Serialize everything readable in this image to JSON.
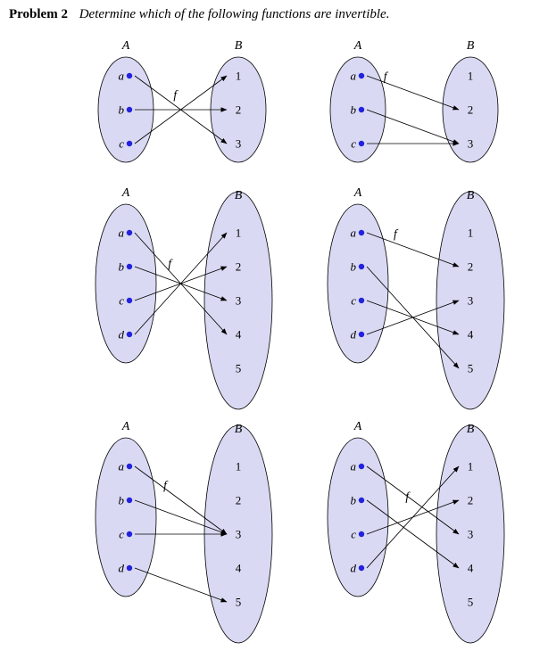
{
  "header": {
    "problem_label": "Problem 2",
    "problem_text": "Determine which of the following functions are invertible."
  },
  "colors": {
    "ellipse_fill": "#d9d9f3",
    "ellipse_stroke": "#000000",
    "dot_color": "#2222dd",
    "arrow_color": "#000000"
  },
  "diagrams": [
    {
      "domain_label": "A",
      "codomain_label": "B",
      "function_label": "f",
      "domain": [
        "a",
        "b",
        "c"
      ],
      "codomain": [
        "1",
        "2",
        "3"
      ],
      "arrows": [
        [
          "a",
          "3"
        ],
        [
          "b",
          "2"
        ],
        [
          "c",
          "1"
        ]
      ],
      "f_pos": [
        0.44,
        0.72
      ]
    },
    {
      "domain_label": "A",
      "codomain_label": "B",
      "function_label": "f",
      "domain": [
        "a",
        "b",
        "c"
      ],
      "codomain": [
        "1",
        "2",
        "3"
      ],
      "arrows": [
        [
          "a",
          "2"
        ],
        [
          "b",
          "3"
        ],
        [
          "c",
          "3"
        ]
      ],
      "f_pos": [
        0.2,
        0.18
      ]
    },
    {
      "domain_label": "A",
      "codomain_label": "B",
      "function_label": "f",
      "domain": [
        "a",
        "b",
        "c",
        "d"
      ],
      "codomain": [
        "1",
        "2",
        "3",
        "4",
        "5"
      ],
      "arrows": [
        [
          "a",
          "4"
        ],
        [
          "b",
          "3"
        ],
        [
          "c",
          "2"
        ],
        [
          "d",
          "1"
        ]
      ],
      "f_pos": [
        0.38,
        1.08
      ]
    },
    {
      "domain_label": "A",
      "codomain_label": "B",
      "function_label": "f",
      "domain": [
        "a",
        "b",
        "c",
        "d"
      ],
      "codomain": [
        "1",
        "2",
        "3",
        "4",
        "5"
      ],
      "arrows": [
        [
          "a",
          "2"
        ],
        [
          "b",
          "5"
        ],
        [
          "c",
          "4"
        ],
        [
          "d",
          "3"
        ]
      ],
      "f_pos": [
        0.31,
        0.2
      ]
    },
    {
      "domain_label": "A",
      "codomain_label": "B",
      "function_label": "f",
      "domain": [
        "a",
        "b",
        "c",
        "d"
      ],
      "codomain": [
        "1",
        "2",
        "3",
        "4",
        "5"
      ],
      "arrows": [
        [
          "a",
          "3"
        ],
        [
          "b",
          "3"
        ],
        [
          "c",
          "3"
        ],
        [
          "d",
          "5"
        ]
      ],
      "f_pos": [
        0.33,
        0.72
      ]
    },
    {
      "domain_label": "A",
      "codomain_label": "B",
      "function_label": "f",
      "domain": [
        "a",
        "b",
        "c",
        "d"
      ],
      "codomain": [
        "1",
        "2",
        "3",
        "4",
        "5"
      ],
      "arrows": [
        [
          "a",
          "3"
        ],
        [
          "b",
          "4"
        ],
        [
          "c",
          "2"
        ],
        [
          "d",
          "1"
        ]
      ],
      "f_pos": [
        0.44,
        1.05
      ]
    }
  ]
}
